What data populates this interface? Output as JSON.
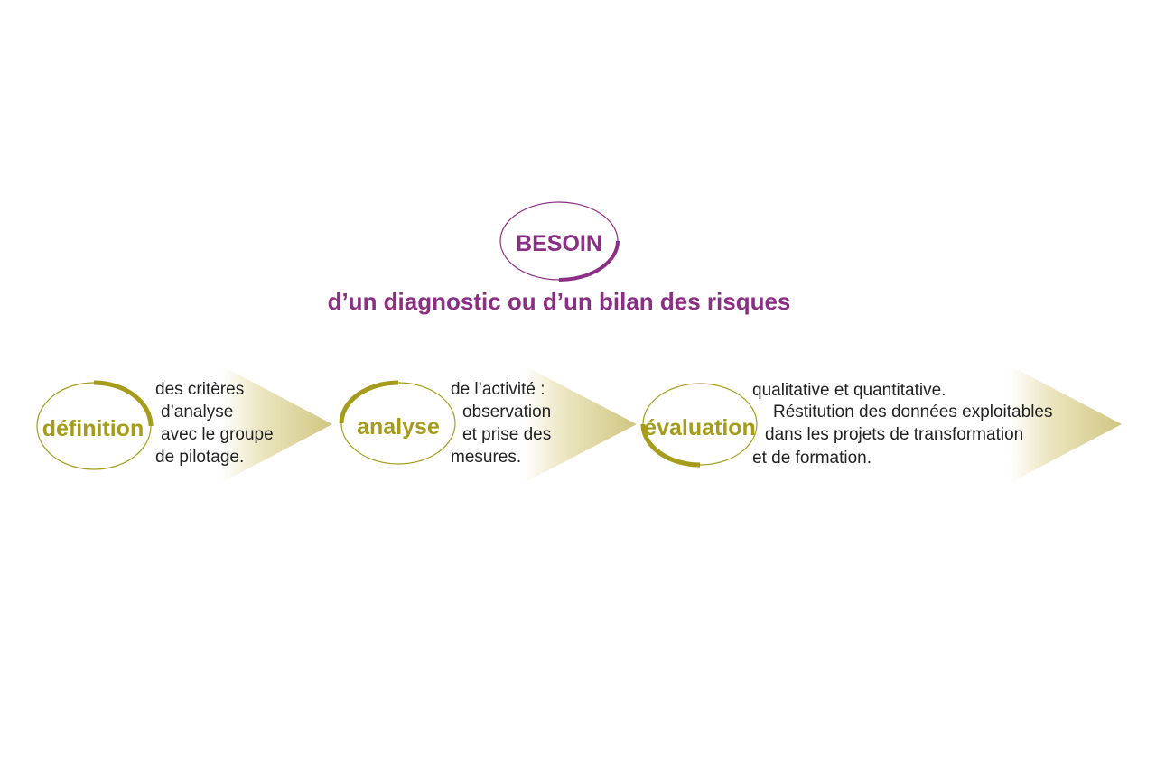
{
  "header": {
    "badge": "BESOIN",
    "subtitle": "d’un diagnostic ou d’un bilan des risques"
  },
  "steps": [
    {
      "label": "définition",
      "lines": [
        "des critères",
        "d’analyse",
        "avec le groupe",
        "de pilotage."
      ]
    },
    {
      "label": "analyse",
      "lines": [
        "de l’activité :",
        "observation",
        "et prise des",
        "mesures."
      ]
    },
    {
      "label": "évaluation",
      "lines": [
        "qualitative et quantitative.",
        "Réstitution des données exploitables",
        "dans les projets de transformation",
        "et de formation."
      ]
    }
  ],
  "colors": {
    "purple": "#8b2f84",
    "olive": "#a59c1c",
    "arrow": "#d6cd8c",
    "text": "#222222"
  }
}
